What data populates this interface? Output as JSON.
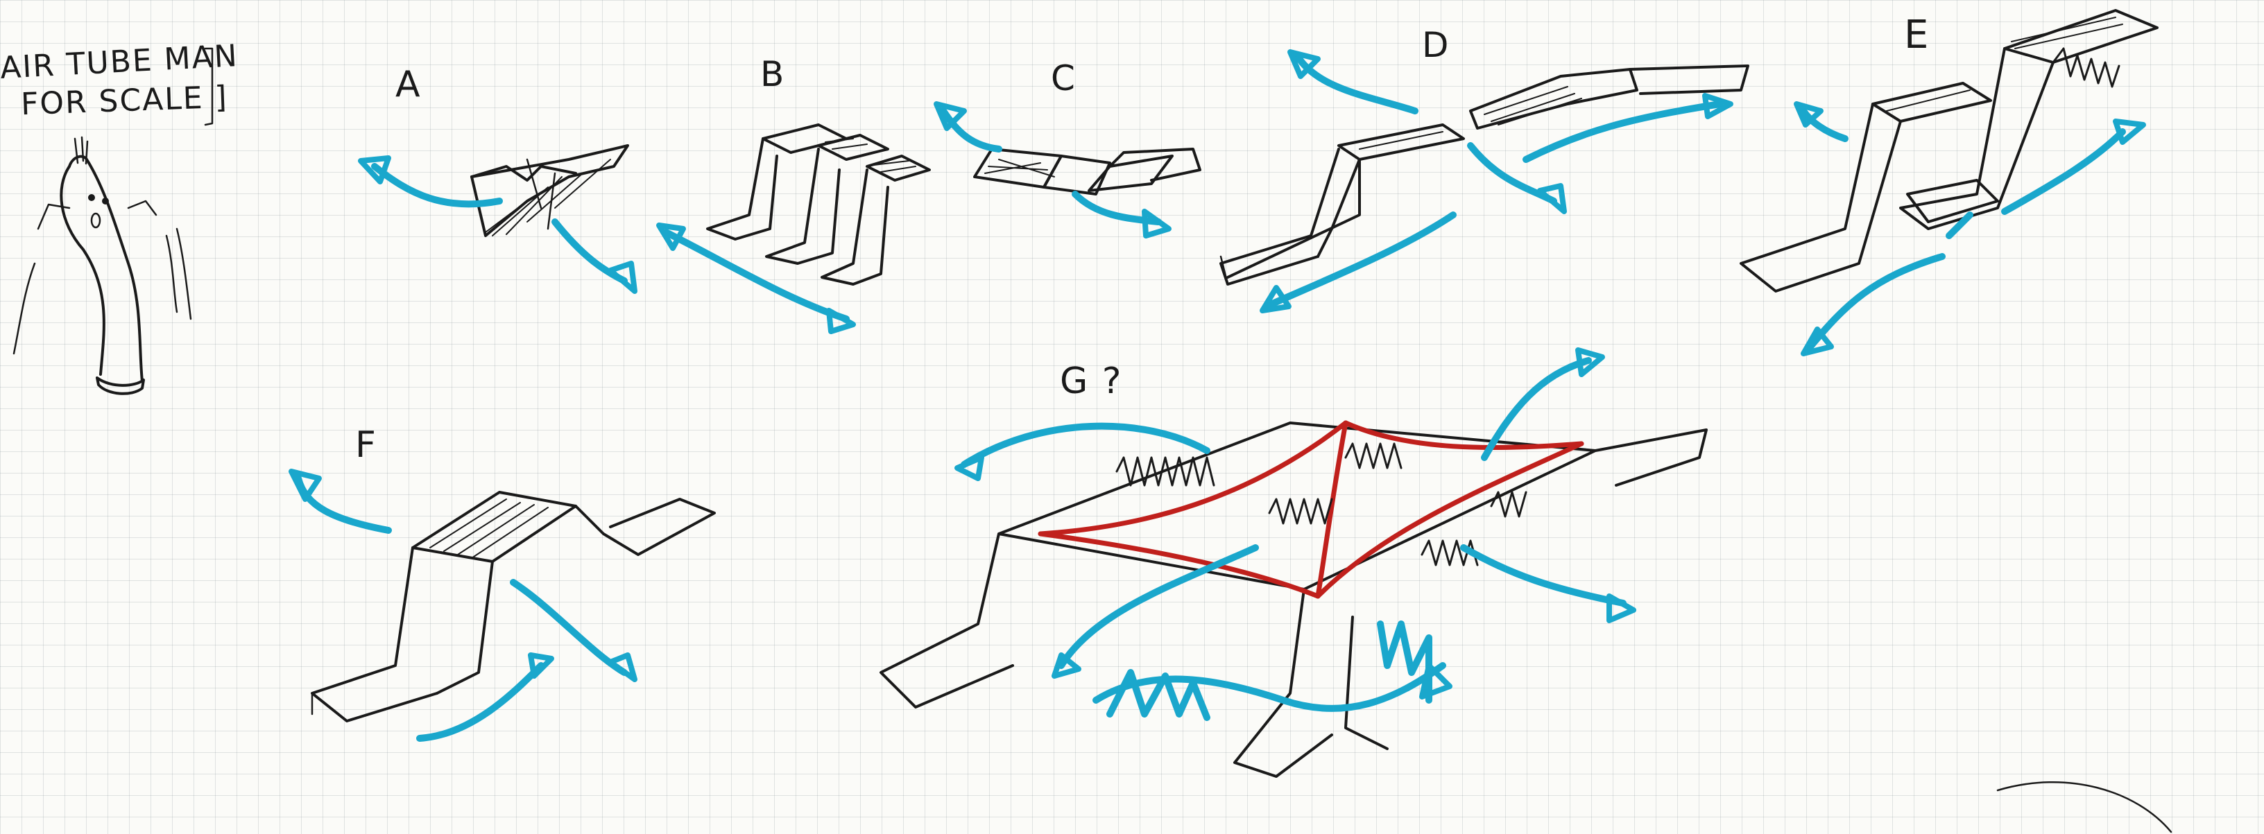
{
  "note": {
    "line1": "AIR TUBE MAN",
    "line2": "FOR SCALE ]"
  },
  "labels": {
    "a": "A",
    "b": "B",
    "c": "C",
    "d": "D",
    "e": "E",
    "f": "F",
    "g": "G ?"
  },
  "colors": {
    "ink": "#1a1a1a",
    "wind": "#1aa7cc",
    "structure": "#c0201c",
    "paper": "#fbfbf8"
  }
}
